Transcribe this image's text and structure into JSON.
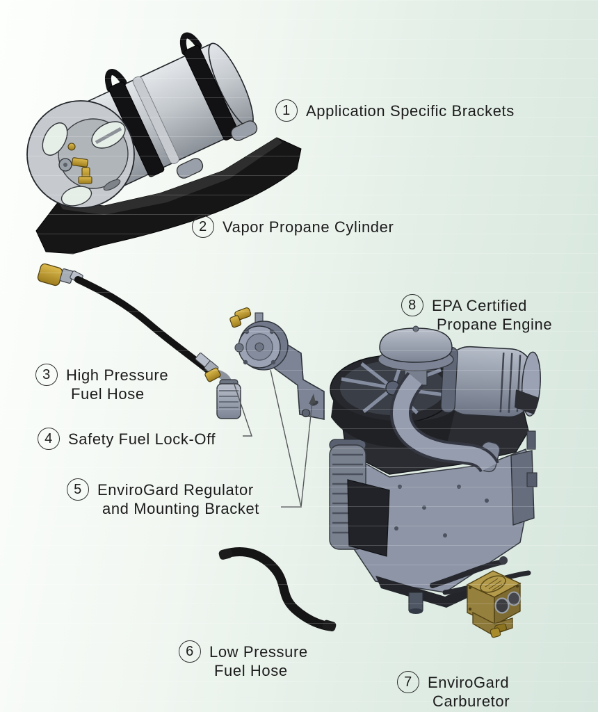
{
  "figure": {
    "type": "propane-conversion-parts-diagram"
  },
  "callouts": [
    {
      "num": "1",
      "line1": "Application Specific Brackets",
      "line2": ""
    },
    {
      "num": "2",
      "line1": "Vapor Propane Cylinder",
      "line2": ""
    },
    {
      "num": "3",
      "line1": "High Pressure",
      "line2": "Fuel Hose"
    },
    {
      "num": "4",
      "line1": "Safety Fuel Lock-Off",
      "line2": ""
    },
    {
      "num": "5",
      "line1": "EnviroGard Regulator",
      "line2": "and Mounting Bracket"
    },
    {
      "num": "6",
      "line1": "Low Pressure",
      "line2": "Fuel Hose"
    },
    {
      "num": "7",
      "line1": "EnviroGard",
      "line2": "Carburetor"
    },
    {
      "num": "8",
      "line1": "EPA Certified",
      "line2": "Propane Engine"
    }
  ],
  "illustration_parts": [
    "vapor-propane-cylinder-assembly",
    "application-specific-bracket-base",
    "high-pressure-fuel-hose",
    "safety-fuel-lock-off",
    "envirogard-regulator-and-mounting-bracket",
    "epa-certified-propane-engine",
    "low-pressure-fuel-hose",
    "envirogard-carburetor"
  ],
  "colors": {
    "background_left": "#fdfffd",
    "background_right": "#d6e6dd",
    "label_text": "#1b1b1b",
    "callout_circle": "#2e2e2e",
    "leader_line": "#55585a",
    "brass": "#b6953c",
    "hose_black": "#161616",
    "tank_gray": "#c6cacf",
    "base_black": "#161616",
    "engine_metal_light": "#b6bcc8",
    "engine_metal_mid": "#8d95a6",
    "engine_metal_dark": "#555c6b",
    "engine_shroud_dark": "#26282d",
    "carburetor_gold": "#b39b4b"
  }
}
